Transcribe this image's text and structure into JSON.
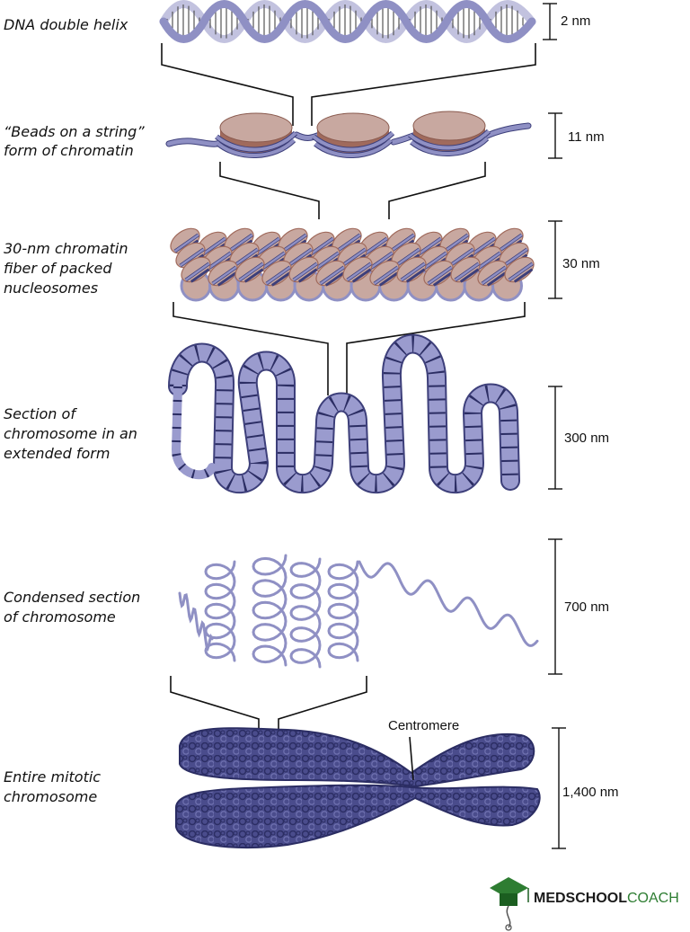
{
  "levels": [
    {
      "label_lines": [
        "DNA double helix"
      ],
      "measure": "2 nm"
    },
    {
      "label_lines": [
        "“Beads on a string”",
        "form of chromatin"
      ],
      "measure": "11 nm"
    },
    {
      "label_lines": [
        "30-nm chromatin",
        "fiber of packed",
        "nucleosomes"
      ],
      "measure": "30 nm"
    },
    {
      "label_lines": [
        "Section of",
        "chromosome in an",
        "extended form"
      ],
      "measure": "300 nm"
    },
    {
      "label_lines": [
        "Condensed section",
        "of chromosome"
      ],
      "measure": "700 nm"
    },
    {
      "label_lines": [
        "Entire mitotic",
        "chromosome"
      ],
      "measure": "1,400 nm"
    }
  ],
  "callouts": {
    "centromere": "Centromere"
  },
  "brand": {
    "part1": "MEDSCHOOL",
    "part2": "COACH"
  },
  "colors": {
    "strand": "#8f90c4",
    "strand_dark": "#3d3f7a",
    "histone": "#c8a8a0",
    "histone_rim": "#a06a5c",
    "brand_green": "#2e7d32"
  }
}
